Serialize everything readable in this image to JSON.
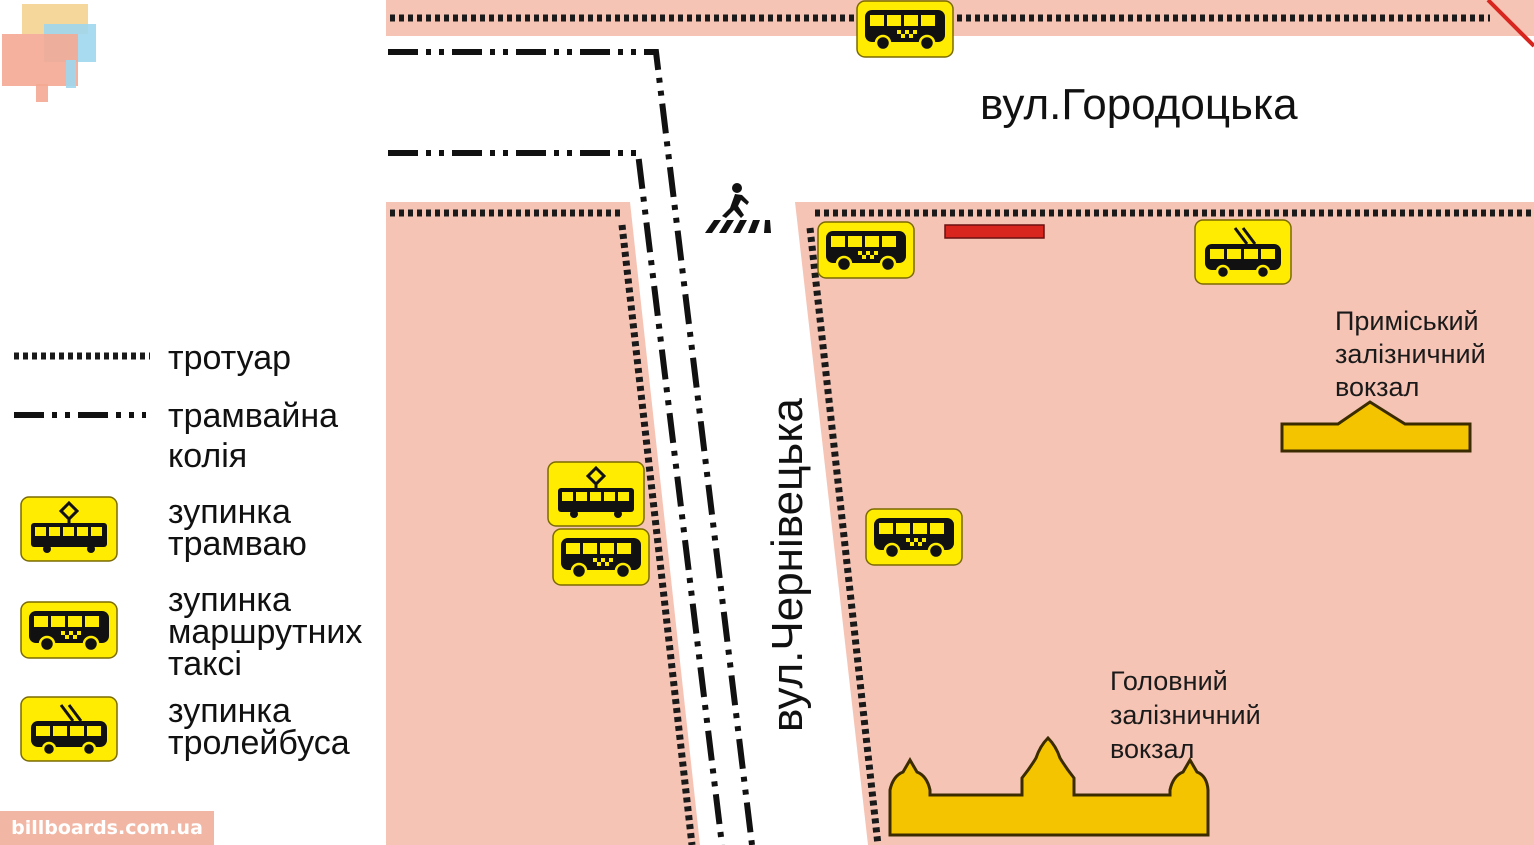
{
  "streets": {
    "horodotska": "вул.Городоцька",
    "chernivetska": "вул.Чернівецька"
  },
  "legend": {
    "sidewalk": "тротуар",
    "tram_line_1": "трамвайна",
    "tram_line_2": "колія",
    "tram_stop_1": "зупинка",
    "tram_stop_2": "трамваю",
    "minibus_stop_1": "зупинка",
    "minibus_stop_2": "маршрутних",
    "minibus_stop_3": "таксі",
    "trolley_stop_1": "зупинка",
    "trolley_stop_2": "тролейбуса"
  },
  "places": {
    "suburban_station": [
      "Приміський",
      "залізничний",
      "вокзал"
    ],
    "main_station": [
      "Головний",
      "залізничний",
      "вокзал"
    ]
  },
  "watermark": "billboards.com.ua",
  "colors": {
    "block": "#f6c4b5",
    "sign": "#ffec00",
    "building": "#f5c400",
    "marker": "#d8251e"
  },
  "icons": [
    "tram-stop-icon",
    "minibus-stop-icon",
    "trolleybus-stop-icon",
    "pedestrian-crossing-icon",
    "railway-station-icon",
    "logo-icon"
  ]
}
